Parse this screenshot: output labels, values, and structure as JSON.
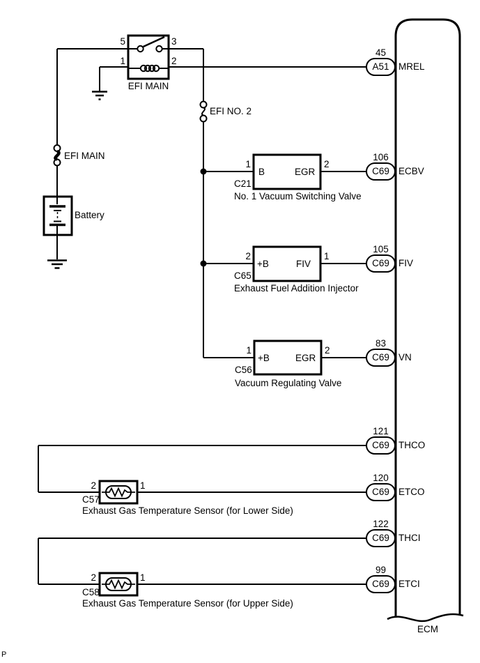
{
  "colors": {
    "line": "#000000",
    "background": "#ffffff"
  },
  "corner_label": "P",
  "ecm": {
    "label": "ECM",
    "pins": [
      {
        "number": "45",
        "connector": "A51",
        "name": "MREL"
      },
      {
        "number": "106",
        "connector": "C69",
        "name": "ECBV"
      },
      {
        "number": "105",
        "connector": "C69",
        "name": "FIV"
      },
      {
        "number": "83",
        "connector": "C69",
        "name": "VN"
      },
      {
        "number": "121",
        "connector": "C69",
        "name": "THCO"
      },
      {
        "number": "120",
        "connector": "C69",
        "name": "ETCO"
      },
      {
        "number": "122",
        "connector": "C69",
        "name": "THCI"
      },
      {
        "number": "99",
        "connector": "C69",
        "name": "ETCI"
      }
    ]
  },
  "relay": {
    "name": "EFI MAIN",
    "pin_top_left": "5",
    "pin_top_right": "3",
    "pin_bottom_left": "1",
    "pin_bottom_right": "2"
  },
  "fuse_efi_main": {
    "label": "EFI MAIN"
  },
  "fuse_efi_no2": {
    "label": "EFI NO. 2"
  },
  "battery": {
    "label": "Battery"
  },
  "components": [
    {
      "id": "C21",
      "description": "No. 1 Vacuum Switching Valve",
      "pin_left": "1",
      "pin_right": "2",
      "terminal_left": "B",
      "terminal_right": "EGR"
    },
    {
      "id": "C65",
      "description": "Exhaust Fuel Addition Injector",
      "pin_left": "2",
      "pin_right": "1",
      "terminal_left": "+B",
      "terminal_right": "FIV"
    },
    {
      "id": "C56",
      "description": "Vacuum Regulating Valve",
      "pin_left": "1",
      "pin_right": "2",
      "terminal_left": "+B",
      "terminal_right": "EGR"
    }
  ],
  "sensors": [
    {
      "id": "C57",
      "description": "Exhaust Gas Temperature Sensor (for Lower Side)",
      "pin_left": "2",
      "pin_right": "1"
    },
    {
      "id": "C58",
      "description": "Exhaust Gas Temperature Sensor (for Upper Side)",
      "pin_left": "2",
      "pin_right": "1"
    }
  ]
}
